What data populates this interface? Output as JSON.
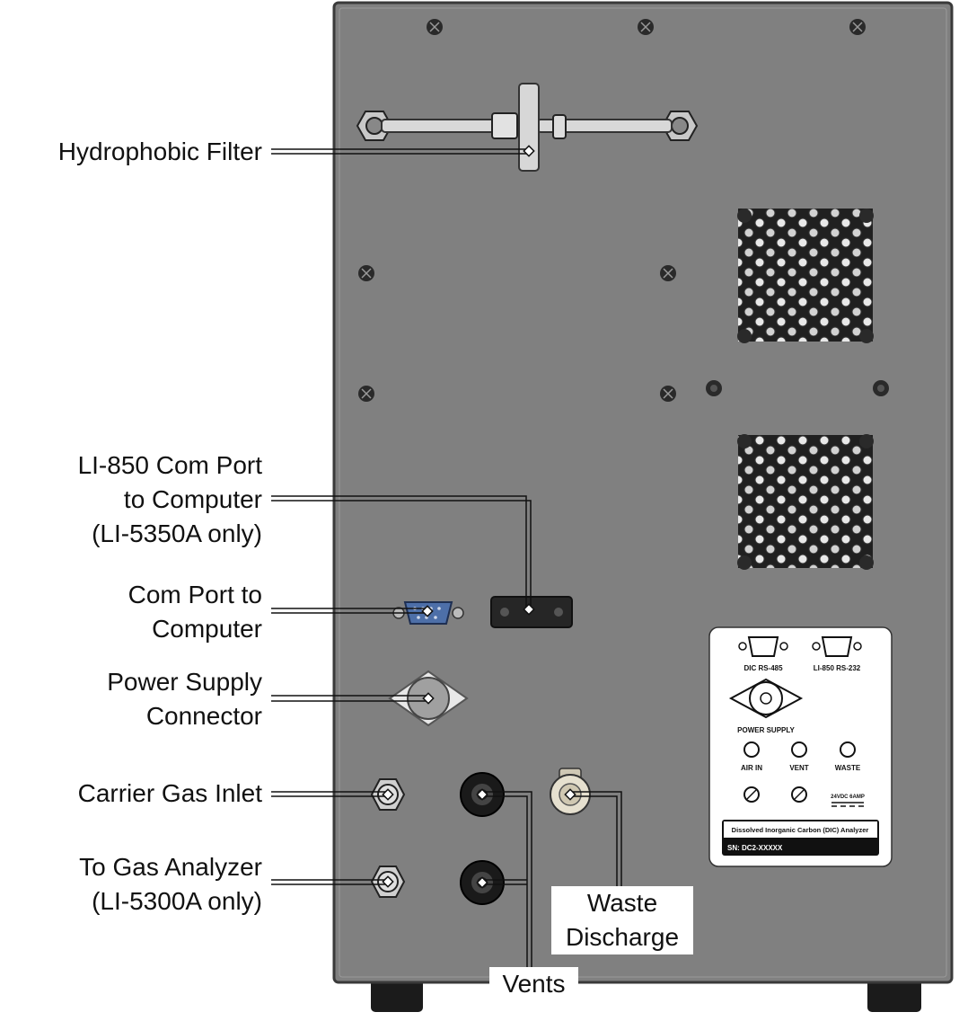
{
  "callouts": {
    "hydrophobic_filter": [
      "Hydrophobic Filter"
    ],
    "li850_com_port": [
      "LI-850 Com Port",
      "to Computer",
      "(LI-5350A only)"
    ],
    "com_port": [
      "Com Port to",
      "Computer"
    ],
    "power_supply": [
      "Power Supply",
      "Connector"
    ],
    "carrier_gas": [
      "Carrier Gas Inlet"
    ],
    "to_gas_analyzer": [
      "To Gas Analyzer",
      "(LI-5300A only)"
    ],
    "waste_discharge": [
      "Waste",
      "Discharge"
    ],
    "vents": [
      "Vents"
    ]
  },
  "label_plate": {
    "dic_rs485": "DIC RS-485",
    "li850_rs232": "LI-850 RS-232",
    "power_supply": "POWER SUPPLY",
    "air_in": "AIR IN",
    "vent": "VENT",
    "waste": "WASTE",
    "rating": "24VDC  6AMP",
    "product_name": "Dissolved Inorganic Carbon (DIC) Analyzer",
    "serial": "SN: DC2-XXXXX"
  },
  "colors": {
    "panel": "#808080",
    "panel_edge": "#3a3a3a",
    "port_blue": "#4d6fa8",
    "fitting_black": "#1a1a1a",
    "fitting_cream": "#e6e0cf"
  }
}
